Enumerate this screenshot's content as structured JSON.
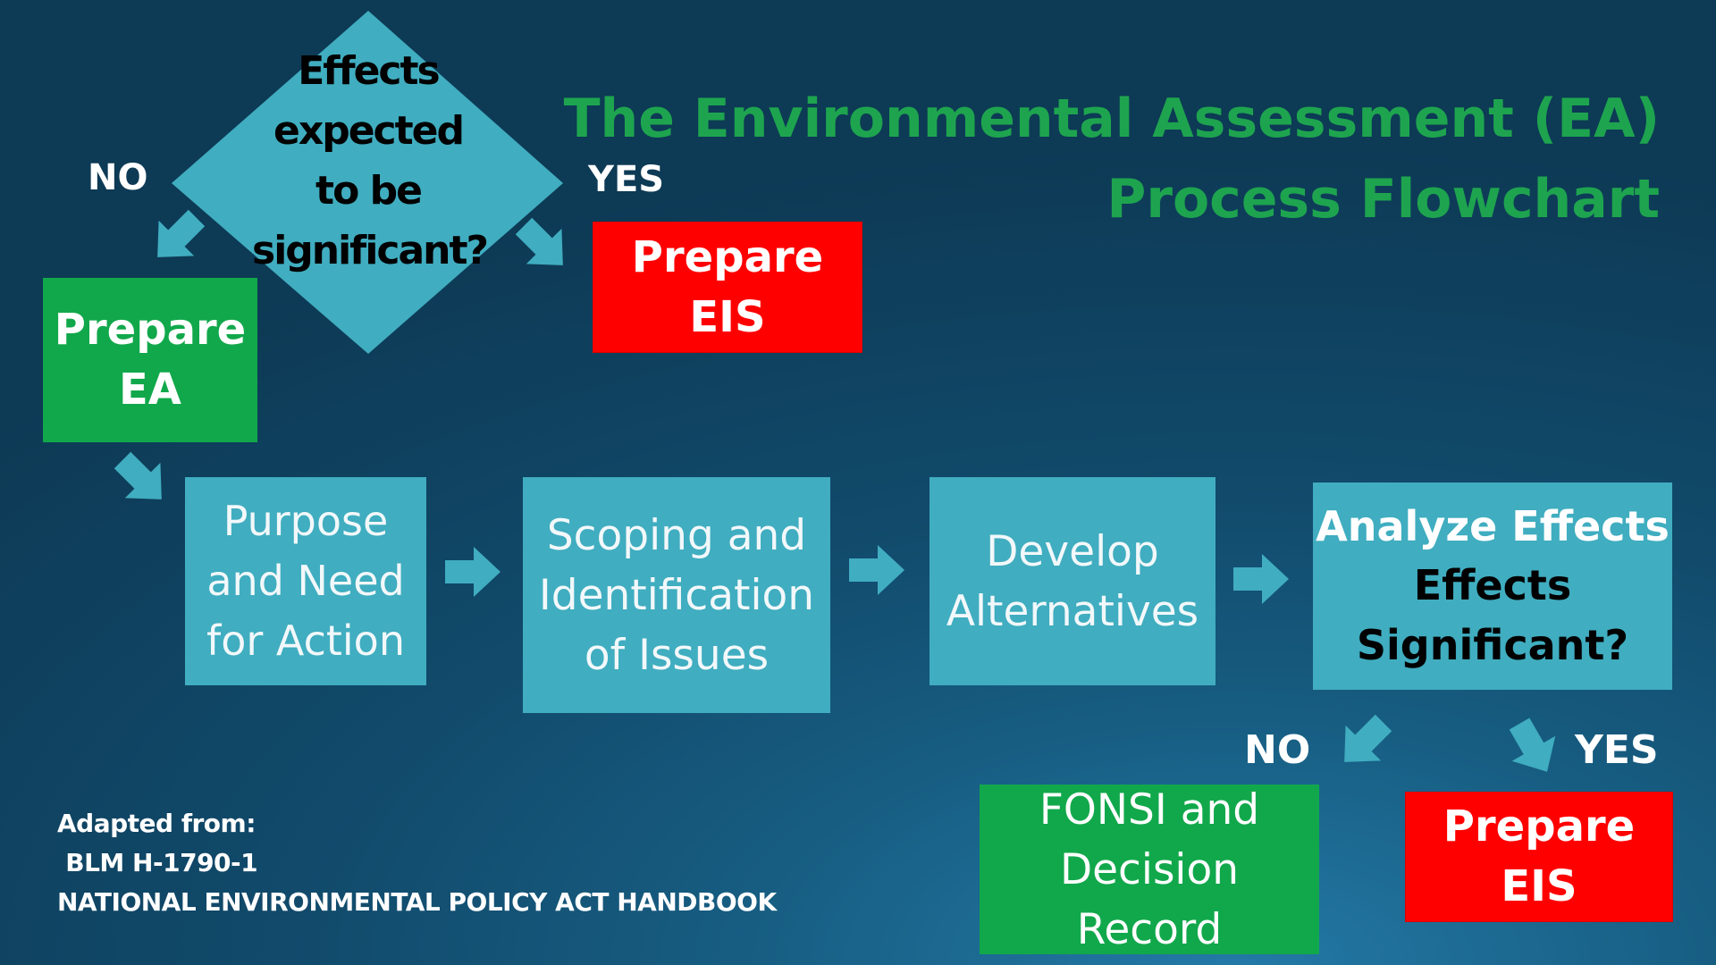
{
  "title": {
    "line1": "The Environmental Assessment (EA)",
    "line2": "Process Flowchart"
  },
  "decision_top": {
    "question": "Effects\nexpected\nto be\nsignificant?",
    "no_label": "NO",
    "yes_label": "YES"
  },
  "boxes": {
    "prepare_ea": "Prepare\nEA",
    "prepare_eis_top": "Prepare\nEIS",
    "purpose": "Purpose\nand Need\nfor Action",
    "scoping": "Scoping and\nIdentification\nof Issues",
    "develop": "Develop\nAlternatives",
    "analyze_title": "Analyze Effects",
    "analyze_question": "Effects\nSignificant?",
    "fonsi": "FONSI and\nDecision\nRecord",
    "prepare_eis_bottom": "Prepare\nEIS"
  },
  "decision_bottom": {
    "no_label": "NO",
    "yes_label": "YES"
  },
  "source": {
    "line1": "Adapted from:",
    "line2": " BLM H-1790-1",
    "line3": "NATIONAL ENVIRONMENTAL POLICY ACT HANDBOOK"
  },
  "colors": {
    "background": "#114a6b",
    "title": "#1ea44f",
    "green_box": "#11a84b",
    "red_box": "#ff0000",
    "teal_box": "#40adc0"
  }
}
